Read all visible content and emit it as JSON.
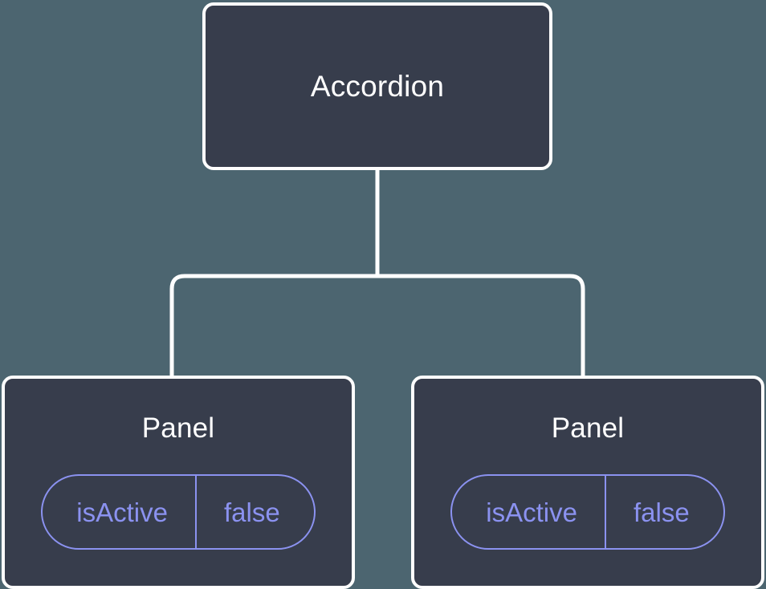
{
  "diagram": {
    "type": "component-tree",
    "background_color": "#4c6570",
    "node_fill_color": "#373d4c",
    "node_border_color": "#ffffff",
    "edge_color": "#ffffff",
    "pill_accent_color": "#8b92f0",
    "root": {
      "title": "Accordion"
    },
    "children": [
      {
        "title": "Panel",
        "prop": {
          "key": "isActive",
          "value": "false"
        }
      },
      {
        "title": "Panel",
        "prop": {
          "key": "isActive",
          "value": "false"
        }
      }
    ]
  }
}
